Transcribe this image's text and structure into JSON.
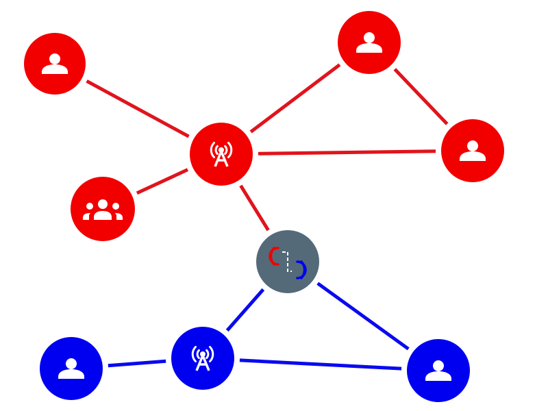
{
  "colors": {
    "red_network": "#f20000",
    "red_link": "#e0141c",
    "blue_network": "#0000f0",
    "blue_link": "#0a0aee",
    "bridge": "#546a78",
    "icon": "#ffffff"
  },
  "nodes": [
    {
      "id": "user-1",
      "icon": "person-icon",
      "network": "red"
    },
    {
      "id": "user-2",
      "icon": "person-icon",
      "network": "red"
    },
    {
      "id": "user-3",
      "icon": "person-icon",
      "network": "red"
    },
    {
      "id": "tower-red",
      "icon": "radio-tower-icon",
      "network": "red"
    },
    {
      "id": "group",
      "icon": "group-icon",
      "network": "red"
    },
    {
      "id": "bridge",
      "icon": "network-bridge-icon",
      "network": "bridge"
    },
    {
      "id": "tower-blue",
      "icon": "radio-tower-icon",
      "network": "blue"
    },
    {
      "id": "user-4",
      "icon": "person-icon",
      "network": "blue"
    },
    {
      "id": "user-5",
      "icon": "person-icon",
      "network": "blue"
    }
  ],
  "edges": [
    {
      "from": "user-1",
      "to": "tower-red",
      "network": "red"
    },
    {
      "from": "tower-red",
      "to": "user-2",
      "network": "red"
    },
    {
      "from": "user-2",
      "to": "user-3",
      "network": "red"
    },
    {
      "from": "tower-red",
      "to": "user-3",
      "network": "red"
    },
    {
      "from": "group",
      "to": "tower-red",
      "network": "red"
    },
    {
      "from": "tower-red",
      "to": "bridge",
      "network": "red"
    },
    {
      "from": "bridge",
      "to": "tower-blue",
      "network": "blue"
    },
    {
      "from": "bridge",
      "to": "user-5",
      "network": "blue"
    },
    {
      "from": "user-4",
      "to": "tower-blue",
      "network": "blue"
    },
    {
      "from": "tower-blue",
      "to": "user-5",
      "network": "blue"
    }
  ]
}
